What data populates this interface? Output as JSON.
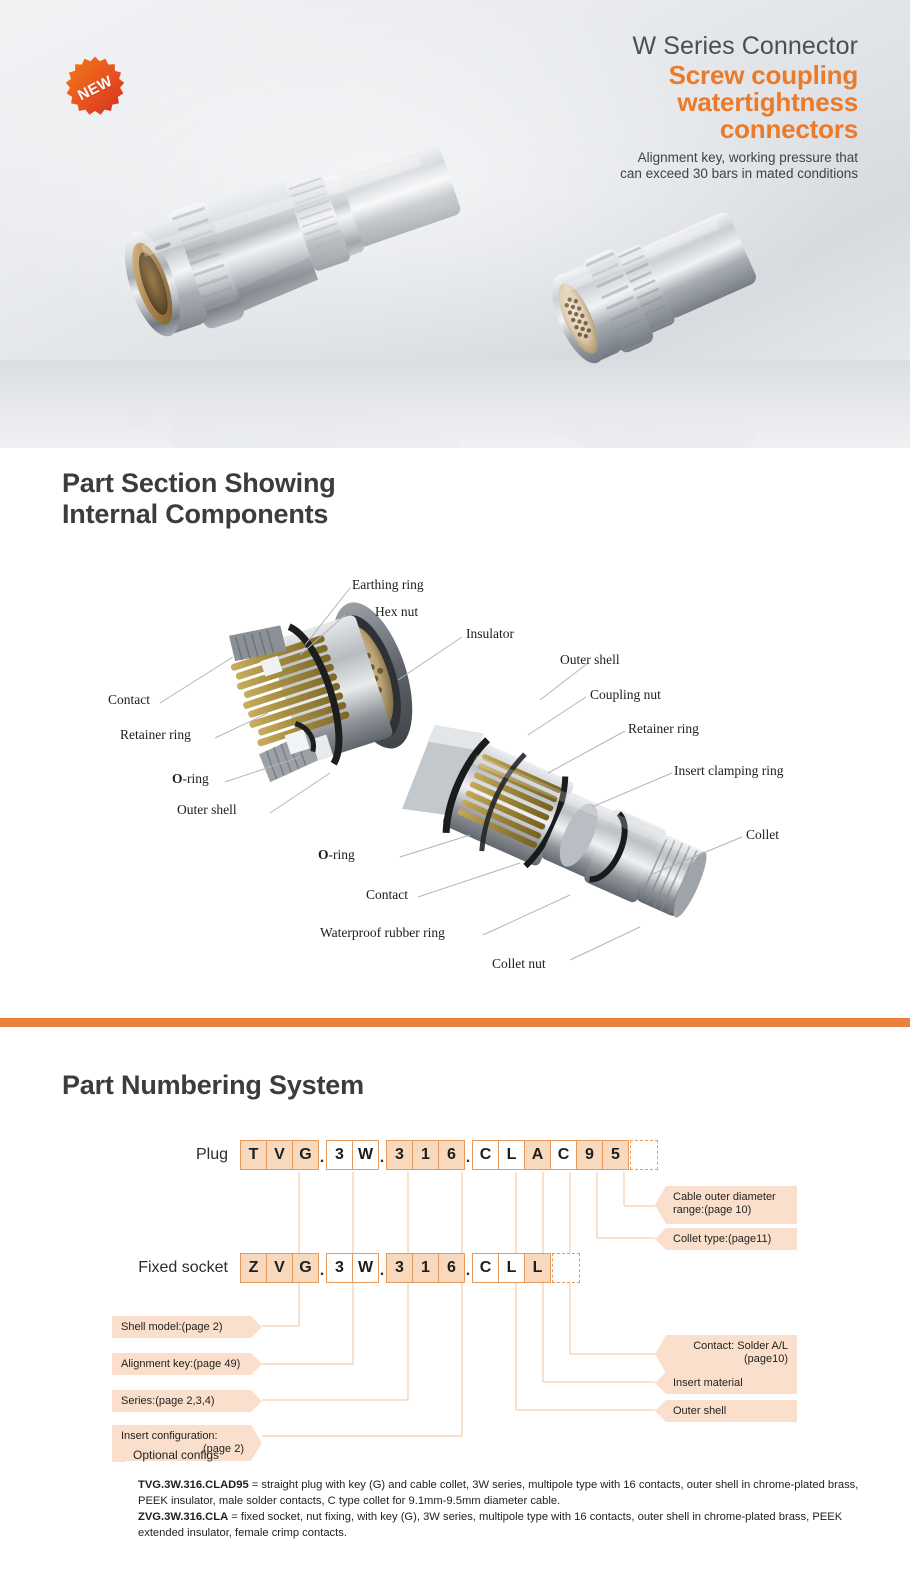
{
  "hero": {
    "badge": "NEW",
    "series_title": "W Series Connector",
    "main_title_line1": "Screw coupling",
    "main_title_line2": "watertightness",
    "main_title_line3": "connectors",
    "subtitle_line1": "Alignment key,  working pressure that",
    "subtitle_line2": "can exceed 30 bars in mated conditions",
    "accent_color": "#ec7a28"
  },
  "part_section": {
    "heading_line1": "Part Section Showing",
    "heading_line2": "Internal Components",
    "left_labels": [
      "Earthing ring",
      "Hex nut",
      "Contact",
      "Retainer ring",
      "O-ring",
      "Outer shell"
    ],
    "right_labels": [
      "Insulator",
      "Outer shell",
      "Coupling nut",
      "Retainer ring",
      "Insert clamping ring",
      "Collet",
      "O-ring",
      "Contact",
      "Waterproof rubber ring",
      "Collet nut"
    ]
  },
  "part_numbering": {
    "heading": "Part Numbering System",
    "rows": [
      {
        "label": "Plug",
        "cells": [
          {
            "t": "T",
            "s": "fill"
          },
          {
            "t": "V",
            "s": "fill"
          },
          {
            "t": "G",
            "s": "fill"
          },
          {
            "t": ".",
            "s": "dot"
          },
          {
            "t": "3",
            "s": "plain"
          },
          {
            "t": "W",
            "s": "plain"
          },
          {
            "t": ".",
            "s": "dot"
          },
          {
            "t": "3",
            "s": "fill"
          },
          {
            "t": "1",
            "s": "fill"
          },
          {
            "t": "6",
            "s": "fill"
          },
          {
            "t": ".",
            "s": "dot"
          },
          {
            "t": "C",
            "s": "plain"
          },
          {
            "t": "L",
            "s": "plain"
          },
          {
            "t": "A",
            "s": "fill"
          },
          {
            "t": "C",
            "s": "plain"
          },
          {
            "t": "9",
            "s": "fill"
          },
          {
            "t": "5",
            "s": "fill"
          },
          {
            "t": "",
            "s": "opt"
          }
        ]
      },
      {
        "label": "Fixed socket",
        "cells": [
          {
            "t": "Z",
            "s": "fill"
          },
          {
            "t": "V",
            "s": "fill"
          },
          {
            "t": "G",
            "s": "fill"
          },
          {
            "t": ".",
            "s": "dot"
          },
          {
            "t": "3",
            "s": "plain"
          },
          {
            "t": "W",
            "s": "plain"
          },
          {
            "t": ".",
            "s": "dot"
          },
          {
            "t": "3",
            "s": "fill"
          },
          {
            "t": "1",
            "s": "fill"
          },
          {
            "t": "6",
            "s": "fill"
          },
          {
            "t": ".",
            "s": "dot"
          },
          {
            "t": "C",
            "s": "plain"
          },
          {
            "t": "L",
            "s": "plain"
          },
          {
            "t": "L",
            "s": "fill"
          },
          {
            "t": "",
            "s": "opt"
          }
        ]
      }
    ],
    "callouts_right": [
      {
        "line1": "Cable outer diameter",
        "line2": "range:(page 10)"
      },
      {
        "line1": "Collet type:(page11)",
        "line2": ""
      },
      {
        "line1": "Contact: Solder A/L",
        "line2": "(page10)"
      },
      {
        "line1": "Insert material",
        "line2": ""
      },
      {
        "line1": "Outer shell",
        "line2": ""
      }
    ],
    "callouts_left": [
      {
        "line1": "Shell model:(page 2)",
        "line2": ""
      },
      {
        "line1": "Alignment key:(page 49)",
        "line2": ""
      },
      {
        "line1": "Series:(page 2,3,4)",
        "line2": ""
      },
      {
        "line1": "Insert configuration:",
        "line2": "(page 2)"
      }
    ],
    "legend_label": "Optional configs",
    "description": {
      "p1_code": "TVG.3W.316.CLAD95",
      "p1_text": " = straight plug with key (G) and cable collet, 3W series, multipole type with 16 contacts, outer shell in chrome-plated brass, PEEK insulator, male solder contacts, C type collet for 9.1mm-9.5mm diameter cable.",
      "p2_code": "ZVG.3W.316.CLA",
      "p2_text": " = fixed socket, nut fixing, with key (G), 3W series, multipole type with 16 contacts, outer shell in chrome-plated brass, PEEK extended insulator, female crimp contacts."
    }
  }
}
